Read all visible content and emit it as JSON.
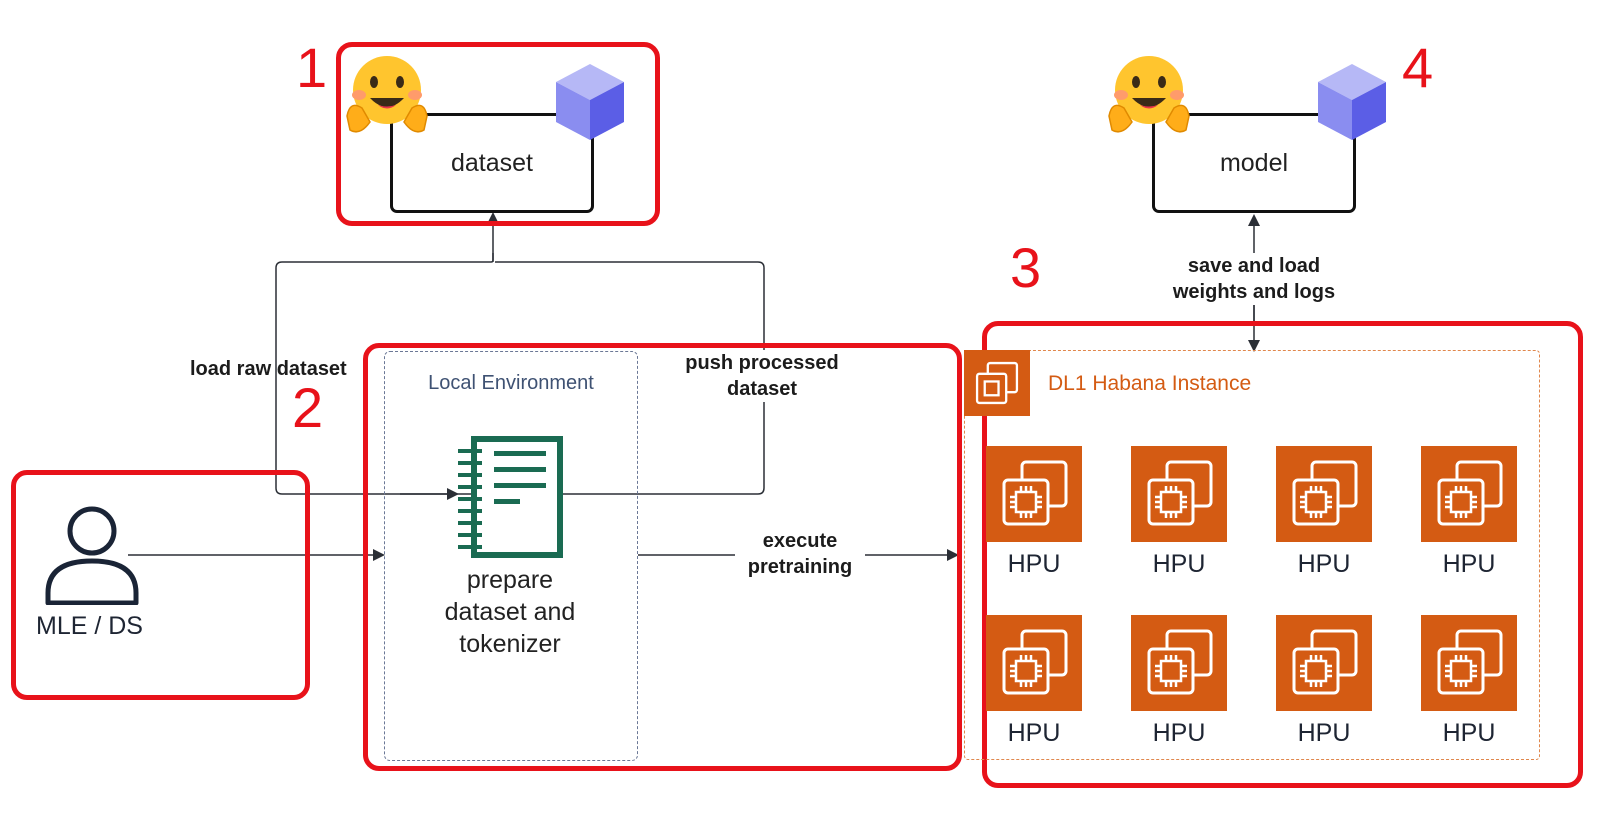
{
  "numbers": {
    "n1": "1",
    "n2": "2",
    "n3": "3",
    "n4": "4"
  },
  "dataset_box": {
    "label": "dataset"
  },
  "model_box": {
    "label": "model"
  },
  "user": {
    "label": "MLE / DS"
  },
  "local_env": {
    "title": "Local Environment",
    "notebook_label": "prepare\ndataset and\ntokenizer"
  },
  "dl1": {
    "title": "DL1 Habana Instance"
  },
  "hpus": [
    "HPU",
    "HPU",
    "HPU",
    "HPU",
    "HPU",
    "HPU",
    "HPU",
    "HPU"
  ],
  "edges": {
    "load_raw": "load raw dataset",
    "push_processed": "push processed\ndataset",
    "execute": "execute\npretraining",
    "save_load": "save and load\nweights and logs"
  },
  "colors": {
    "highlight": "#e8121a",
    "aws_orange": "#d45b13",
    "notebook_green": "#1a6b52",
    "hf_cube": "#5b5ee6"
  }
}
